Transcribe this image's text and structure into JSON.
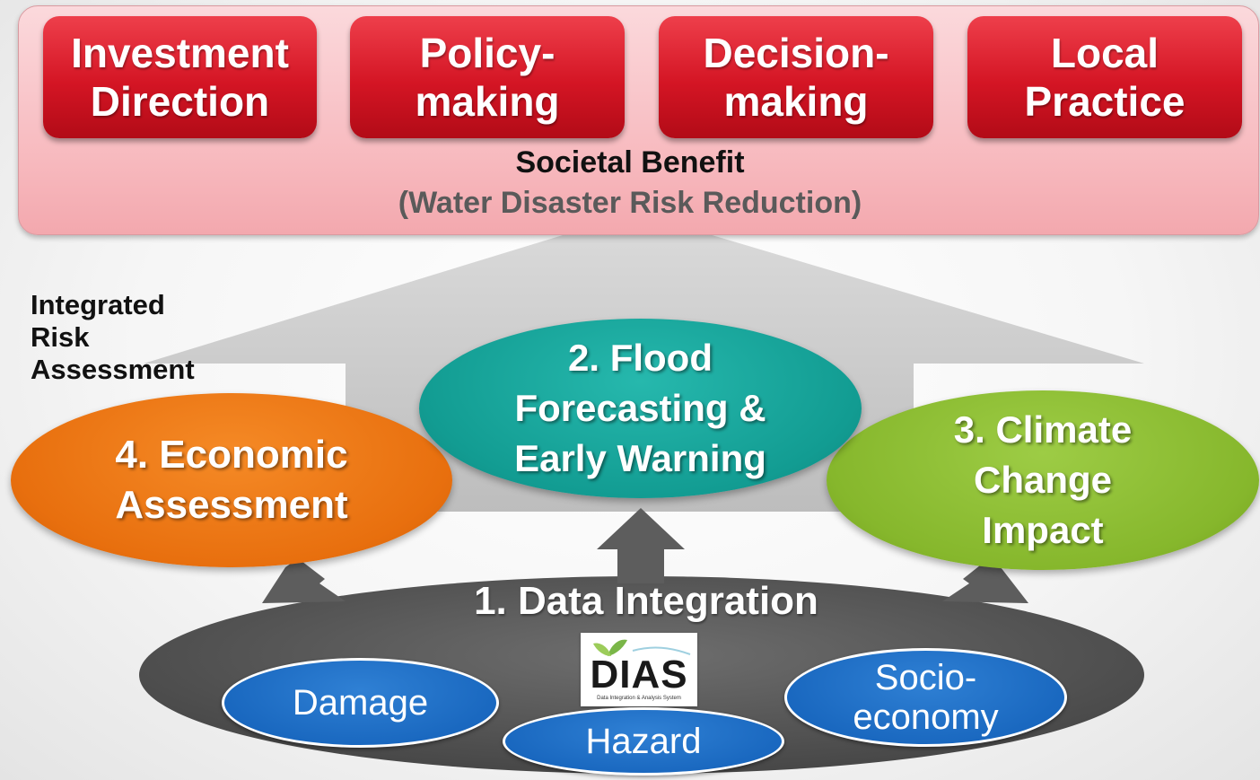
{
  "societal_benefit": {
    "boxes": [
      {
        "label": "Investment\nDirection"
      },
      {
        "label": "Policy-\nmaking"
      },
      {
        "label": "Decision-\nmaking"
      },
      {
        "label": "Local\nPractice"
      }
    ],
    "title": "Societal Benefit",
    "subtitle": "(Water Disaster Risk Reduction)"
  },
  "integrated_label": "Integrated Risk Assessment",
  "components": {
    "flood": "2. Flood\nForecasting &\nEarly Warning",
    "economic": "4. Economic\nAssessment",
    "climate": "3. Climate\nChange\nImpact"
  },
  "data_integration": {
    "title": "1. Data Integration",
    "logo_text": "DIAS",
    "logo_subtitle": "Data Integration & Analysis System",
    "items": {
      "damage": "Damage",
      "hazard": "Hazard",
      "socio": "Socio-\neconomy"
    }
  },
  "colors": {
    "benefit_box": "#d41524",
    "flood": "#129c92",
    "economic": "#e86f0e",
    "climate": "#86b72c",
    "data_base": "#555555",
    "data_item": "#1765bd"
  }
}
